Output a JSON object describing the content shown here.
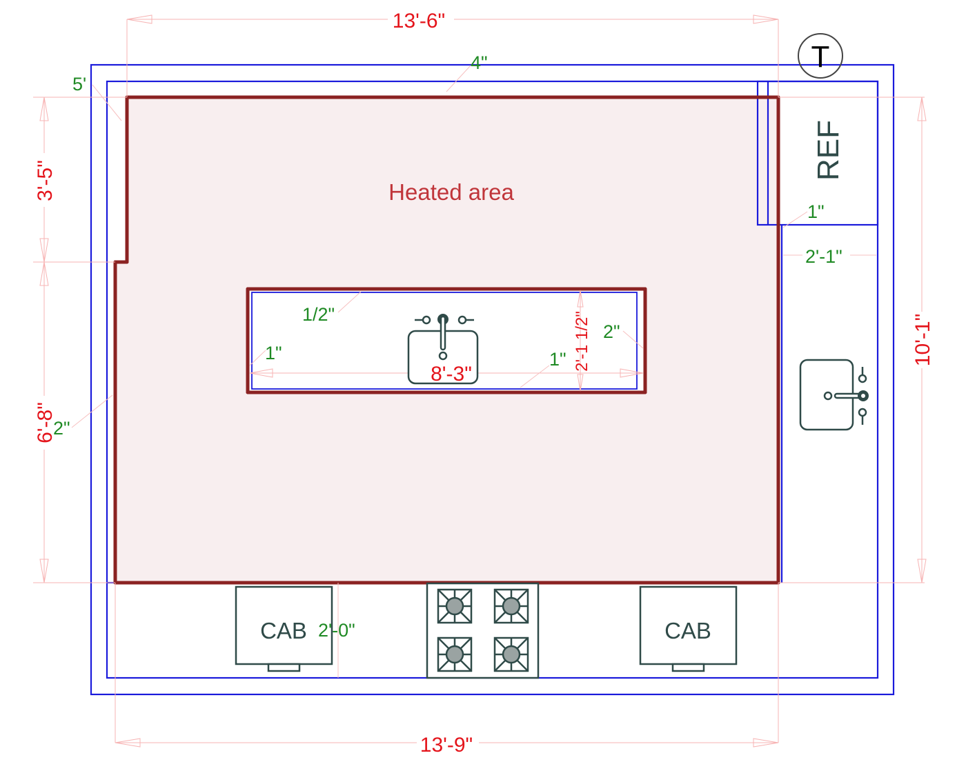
{
  "diagram": {
    "type": "kitchen floor plan",
    "area_label": "Heated area",
    "thermostat_label": "T",
    "appliances": {
      "refrigerator": "REF",
      "cabinet_left": "CAB",
      "cabinet_right": "CAB",
      "cooktop_burners": 4
    },
    "dimensions_overall": {
      "top_width": "13'-6\"",
      "bottom_width": "13'-9\"",
      "left_upper_height": "3'-5\"",
      "left_lower_height": "6'-8\"",
      "right_height": "10'-1\""
    },
    "dimensions_island": {
      "length": "8'-3\"",
      "depth": "2'-1 1/2\""
    },
    "offsets": {
      "top_wall": "4\"",
      "left_corner": "5'",
      "left_wall": "2\"",
      "ref_gap": "1\"",
      "right_counter_depth": "2'-1\"",
      "island_top": "1/2\"",
      "island_left": "1\"",
      "island_bottom": "1\"",
      "island_right": "2\"",
      "bottom_counter_depth": "2'-0\""
    },
    "colors": {
      "dimension_text": "#e4141b",
      "offset_text": "#1f8a24",
      "wall_line": "#1a1adb",
      "heated_outline": "#8b2222",
      "heated_fill": "#f8eeef",
      "fixture_stroke": "#2f4a48",
      "dimension_line": "#f7b3b3"
    }
  }
}
